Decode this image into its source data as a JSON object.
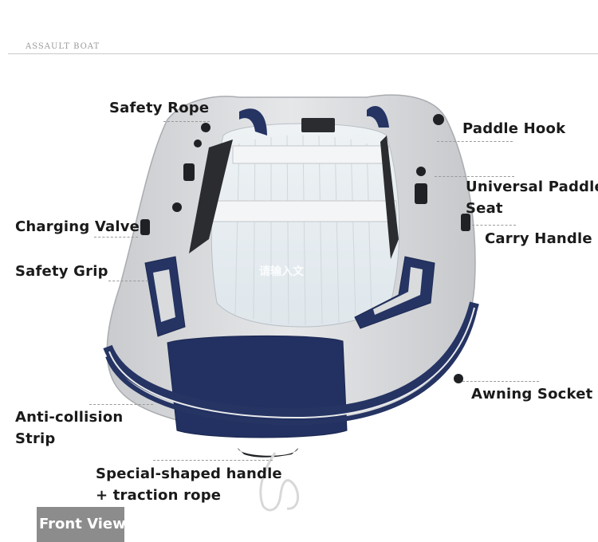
{
  "header": {
    "title": "ASSAULT BOAT"
  },
  "labels": {
    "safety_rope": "Safety Rope",
    "paddle_hook": "Paddle Hook",
    "universal_paddle_seat_1": "Universal Paddle",
    "universal_paddle_seat_2": "Seat",
    "charging_valve": "Charging Valve",
    "carry_handle": "Carry Handle",
    "safety_grip": "Safety Grip",
    "awning_socket": "Awning Socket",
    "anti_collision_1": "Anti-collision",
    "anti_collision_2": "Strip",
    "special_handle_1": "Special-shaped handle",
    "special_handle_2": "+ traction rope"
  },
  "watermark": "请输入文",
  "badge": "Front View",
  "colors": {
    "hull": "#d9dbdd",
    "navy": "#253463",
    "floor": "#e4ecf1",
    "badge": "#8c8c8c"
  }
}
